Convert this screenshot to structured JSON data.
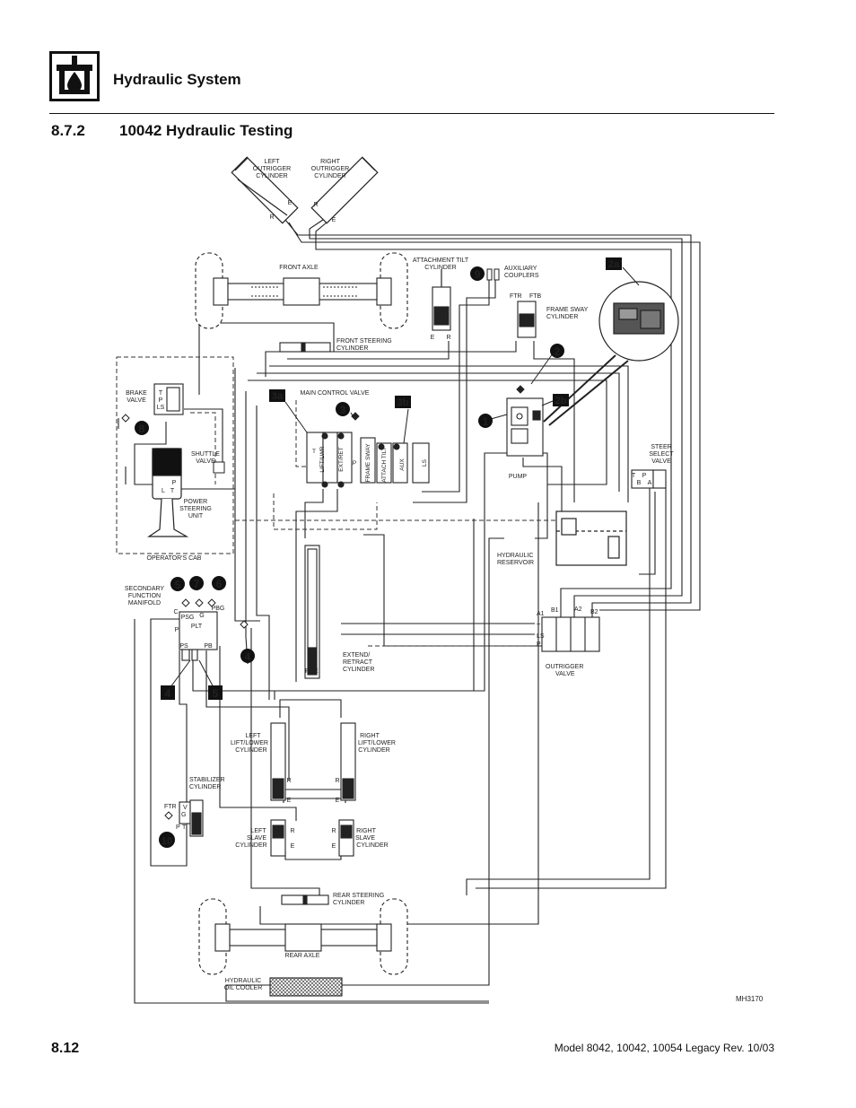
{
  "header": {
    "section_title": "Hydraulic System",
    "icon": "hydraulic-drop-icon"
  },
  "subsection": {
    "number": "8.7.2",
    "title": "10042 Hydraulic Testing"
  },
  "diagram": {
    "figure_id": "MH3170",
    "labels": {
      "left_outrigger": [
        "LEFT",
        "OUTRIGGER",
        "CYLINDER"
      ],
      "right_outrigger": [
        "RIGHT",
        "OUTRIGGER",
        "CYLINDER"
      ],
      "front_axle": "FRONT  AXLE",
      "attachment_tilt": [
        "ATTACHMENT TILT",
        "CYLINDER"
      ],
      "auxiliary_couplers": [
        "AUXILIARY",
        "COUPLERS"
      ],
      "frame_sway": [
        "FRAME SWAY",
        "CYLINDER"
      ],
      "ftr": "FTR",
      "ftb": "FTB",
      "front_steering": [
        "FRONT STEERING",
        "CYLINDER"
      ],
      "brake_valve": [
        "BRAKE",
        "VALVE"
      ],
      "main_control_valve": "MAIN CONTROL VALVE",
      "shuttle_valve": [
        "SHUTTLE",
        "VALVE"
      ],
      "power_steering_unit": [
        "POWER",
        "STEERING",
        "UNIT"
      ],
      "operators_cab": "OPERATOR'S  CAB",
      "pump": "PUMP",
      "steer_select_valve": [
        "STEER",
        "SELECT",
        "VALVE"
      ],
      "hydraulic_reservoir": [
        "HYDRAULIC",
        "RESERVOIR"
      ],
      "secondary_function_manifold": [
        "SECONDARY",
        "FUNCTION",
        "MANIFOLD"
      ],
      "extend_retract": [
        "EXTEND/",
        "RETRACT",
        "CYLINDER"
      ],
      "outrigger_valve": [
        "OUTRIGGER",
        "VALVE"
      ],
      "left_lift_lower": [
        "LEFT",
        "LIFT/LOWER",
        "CYLINDER"
      ],
      "right_lift_lower": [
        "RIGHT",
        "LIFT/LOWER",
        "CYLINDER"
      ],
      "stabilizer": [
        "STABILIZER",
        "CYLINDER"
      ],
      "left_slave": [
        "LEFT",
        "SLAVE",
        "CYLINDER"
      ],
      "right_slave": [
        "RIGHT",
        "SLAVE",
        "CYLINDER"
      ],
      "rear_steering": [
        "REAR STEERING",
        "CYLINDER"
      ],
      "rear_axle": "REAR  AXLE",
      "hydraulic_oil_cooler": [
        "HYDRAULIC",
        "OIL  COOLER"
      ],
      "valve_sections": [
        "LIFT/LWR",
        "EXT/RET",
        "FRAME SWAY",
        "ATTACH TILT",
        "AUX",
        "LS"
      ],
      "port_letters": {
        "R": "R",
        "E": "E",
        "T": "T",
        "P": "P",
        "LS": "LS",
        "L": "L",
        "A": "A",
        "B": "B",
        "V": "V",
        "G": "G",
        "C": "C",
        "PS": "PS",
        "PB": "PB",
        "PSG": "PSG",
        "PBG": "PBG",
        "PLT": "PLT",
        "A1": "A1",
        "B1": "B1",
        "A2": "A2",
        "B2": "B2"
      }
    },
    "callouts": [
      "1",
      "2",
      "2a",
      "2b",
      "3",
      "3a",
      "3b",
      "4",
      "4",
      "5",
      "5",
      "6",
      "7",
      "8",
      "9",
      "10"
    ]
  },
  "footer": {
    "page_number": "8.12",
    "model_info": "Model  8042, 10042, 10054 Legacy    Rev.  10/03"
  }
}
